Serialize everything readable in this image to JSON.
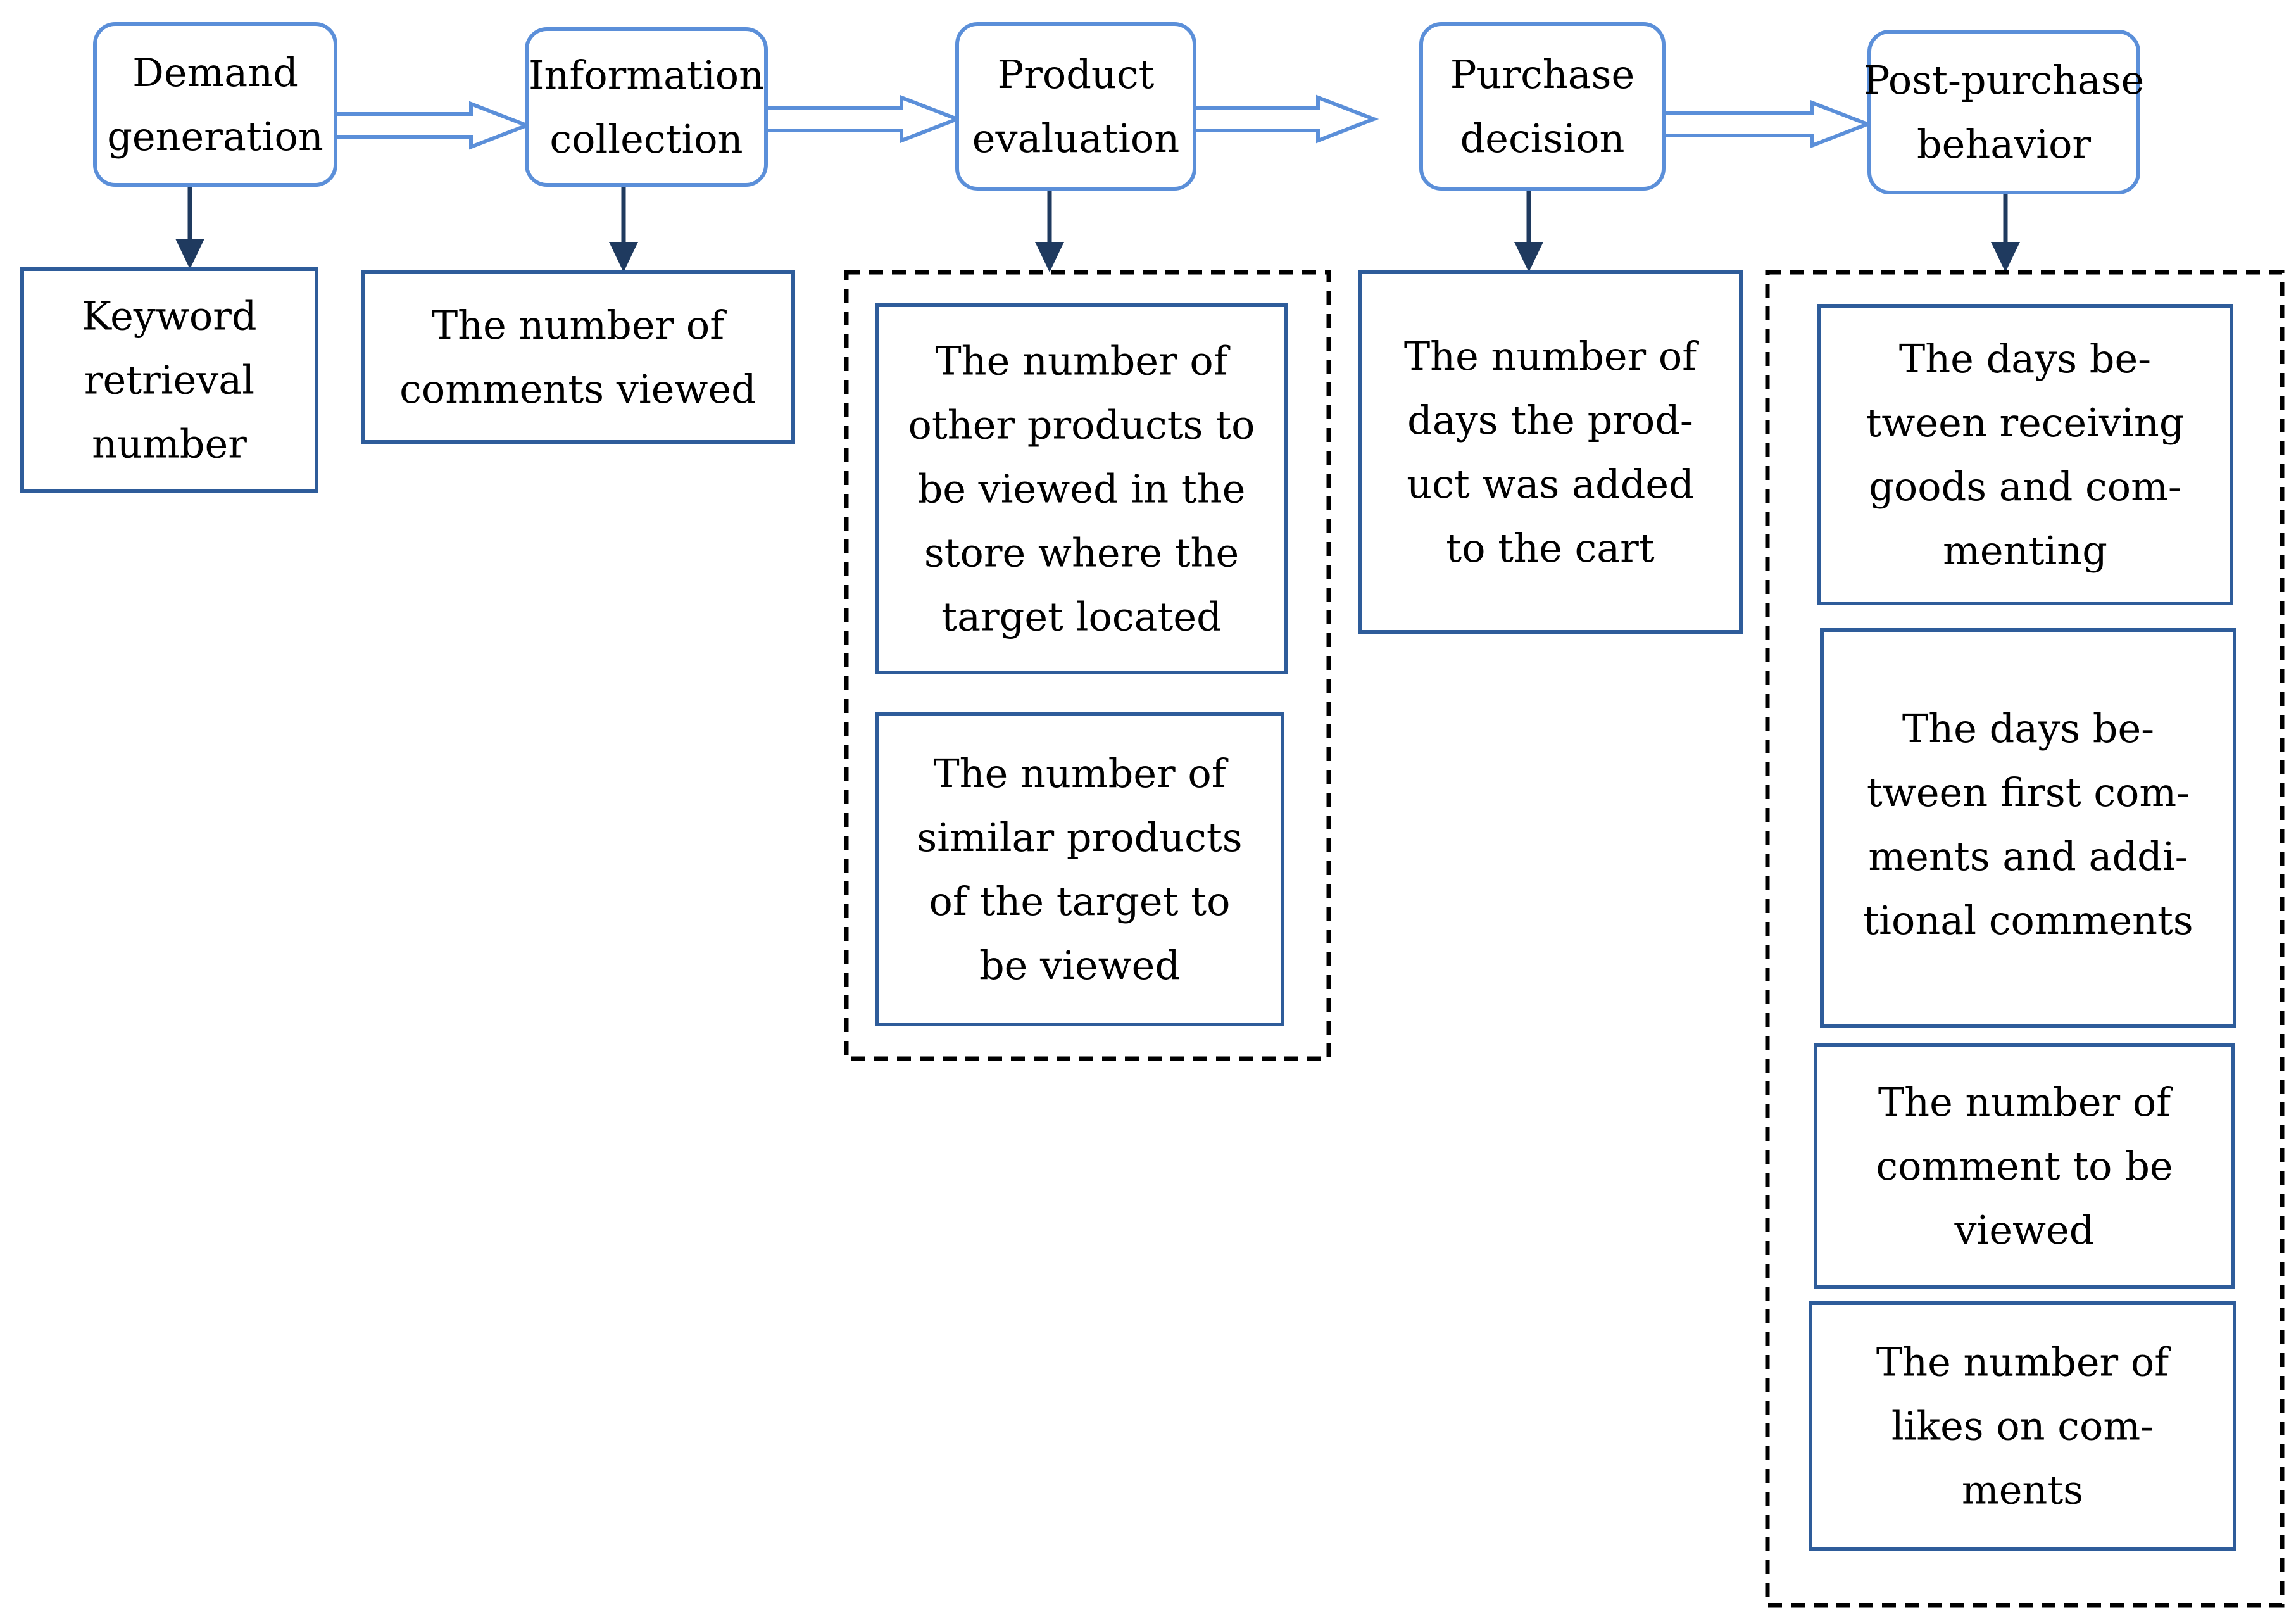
{
  "colors": {
    "stage_border": "#5B8FD9",
    "flow_arrow": "#5B8FD9",
    "indicator_border": "#2E5C9A",
    "down_arrow": "#1F3A5F",
    "dashed_group": "#000000",
    "text": "#000000",
    "background": "#FFFFFF"
  },
  "stages": [
    {
      "id": "demand-generation",
      "lines": [
        "Demand",
        "generation"
      ]
    },
    {
      "id": "information-collection",
      "lines": [
        "Information",
        "collection"
      ]
    },
    {
      "id": "product-evaluation",
      "lines": [
        "Product",
        "evaluation"
      ]
    },
    {
      "id": "purchase-decision",
      "lines": [
        "Purchase",
        "decision"
      ]
    },
    {
      "id": "post-purchase-behavior",
      "lines": [
        "Post-purchase",
        "behavior"
      ]
    }
  ],
  "indicators": [
    {
      "id": "keyword-retrieval-number",
      "stage": 0,
      "lines": [
        "Keyword",
        "retrieval",
        "number"
      ]
    },
    {
      "id": "comments-viewed",
      "stage": 1,
      "lines": [
        "The number of",
        "comments viewed"
      ]
    },
    {
      "id": "other-products-viewed",
      "stage": 2,
      "lines": [
        "The number of",
        "other products to",
        "be viewed in the",
        "store where the",
        "target located"
      ]
    },
    {
      "id": "similar-products-viewed",
      "stage": 2,
      "lines": [
        "The number of",
        "similar products",
        "of the target to",
        "be viewed"
      ]
    },
    {
      "id": "days-added-to-cart",
      "stage": 3,
      "lines": [
        "The number of",
        "days the prod-",
        "uct was added",
        "to the cart"
      ]
    },
    {
      "id": "days-receiving-to-commenting",
      "stage": 4,
      "lines": [
        "The days be-",
        "tween receiving",
        "goods and com-",
        "menting"
      ]
    },
    {
      "id": "days-first-to-additional-comments",
      "stage": 4,
      "lines": [
        "The days be-",
        "tween first com-",
        "ments and addi-",
        "tional comments"
      ]
    },
    {
      "id": "comment-viewed-count",
      "stage": 4,
      "lines": [
        "The number of",
        "comment to be",
        "viewed"
      ]
    },
    {
      "id": "likes-on-comments",
      "stage": 4,
      "lines": [
        "The number of",
        "likes on com-",
        "ments"
      ]
    }
  ]
}
